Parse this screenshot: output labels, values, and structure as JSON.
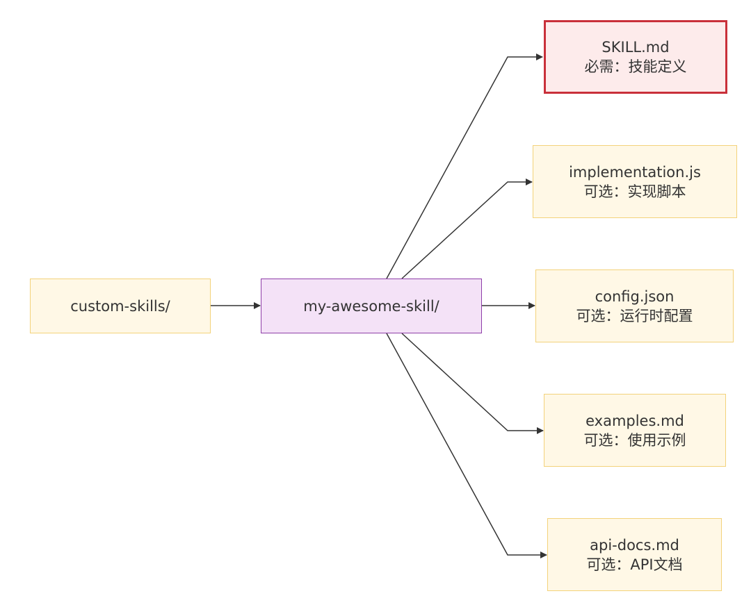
{
  "colors": {
    "file_fill": "#fff8e6",
    "file_border": "#f3d27a",
    "skill_fill": "#f4e2f7",
    "skill_border": "#8e3ea8",
    "required_fill": "#fdebeb",
    "required_border": "#c9303a",
    "edge": "#333333"
  },
  "nodes": {
    "root": {
      "label": "custom-skills/"
    },
    "skill": {
      "label": "my-awesome-skill/"
    },
    "skill_md": {
      "name": "SKILL.md",
      "desc": "必需：技能定义"
    },
    "implementation": {
      "name": "implementation.js",
      "desc": "可选：实现脚本"
    },
    "config": {
      "name": "config.json",
      "desc": "可选：运行时配置"
    },
    "examples": {
      "name": "examples.md",
      "desc": "可选：使用示例"
    },
    "api_docs": {
      "name": "api-docs.md",
      "desc": "可选：API文档"
    }
  },
  "edges": [
    {
      "from": "root",
      "to": "skill"
    },
    {
      "from": "skill",
      "to": "skill_md"
    },
    {
      "from": "skill",
      "to": "implementation"
    },
    {
      "from": "skill",
      "to": "config"
    },
    {
      "from": "skill",
      "to": "examples"
    },
    {
      "from": "skill",
      "to": "api_docs"
    }
  ]
}
